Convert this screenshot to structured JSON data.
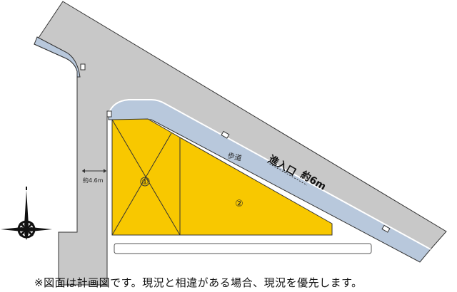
{
  "labels": {
    "lot_1": "①",
    "lot_2": "②",
    "sidewalk": "歩道",
    "entrance": "進入口",
    "entrance_width": "約6m",
    "road_width": "約4.6m"
  },
  "note": "※図面は計画図です。現況と相違がある場合、現況を優先します。",
  "colors": {
    "lot": "#f8c800",
    "road": "#c8c8c8",
    "sidewalk": "#b8c8dc"
  }
}
